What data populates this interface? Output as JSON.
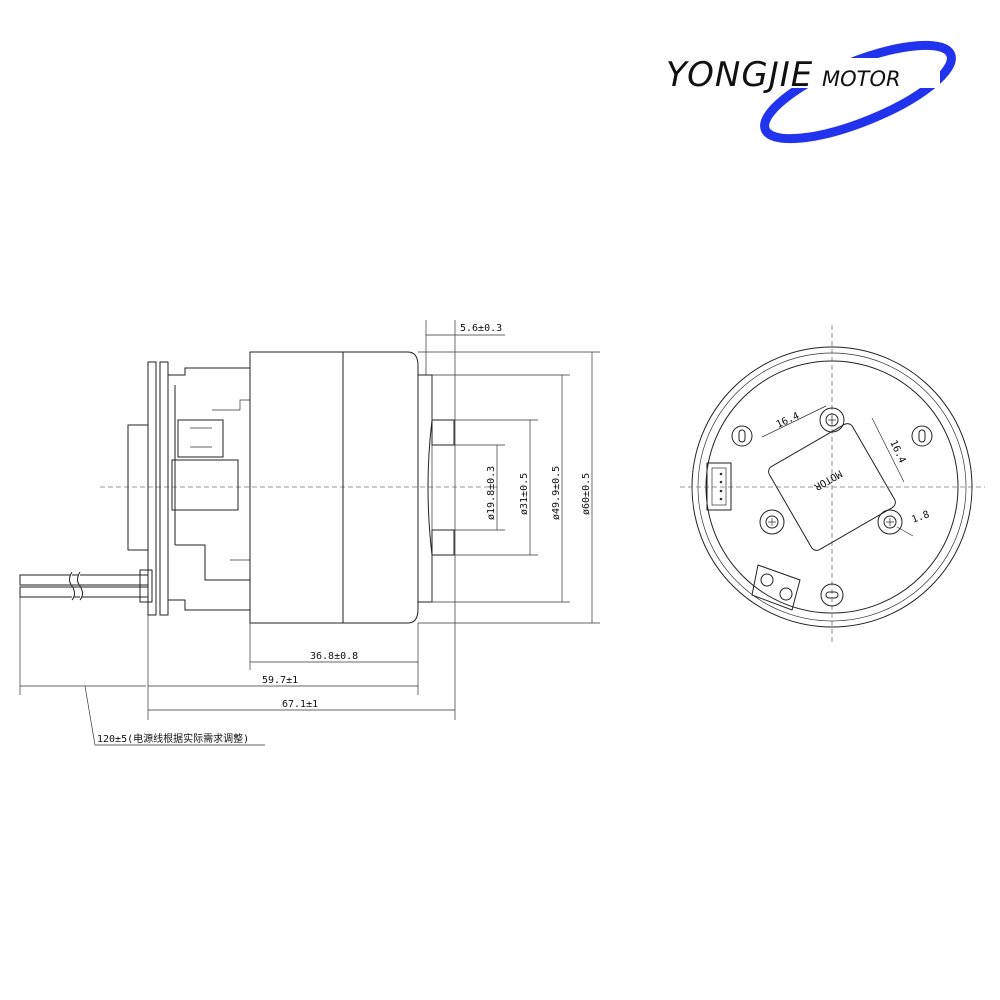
{
  "logo": {
    "brand": "YONGJIE",
    "suffix": "MOTOR",
    "accent_color": "#2233ee"
  },
  "side_view": {
    "dims": {
      "shaft_offset": "5.6±0.3",
      "d1": "ø19.8±0.3",
      "d2": "ø31±0.5",
      "d3": "ø49.9±0.5",
      "d4": "ø60±0.5",
      "body_length": "36.8±0.8",
      "length_to_face": "59.7±1",
      "total_length": "67.1±1",
      "cable": "120±5(电源线根据实际需求调整)"
    }
  },
  "end_view": {
    "dims": {
      "a": "16.4",
      "b": "16.4",
      "c": "1.8"
    },
    "label_text": "MOTOR"
  }
}
